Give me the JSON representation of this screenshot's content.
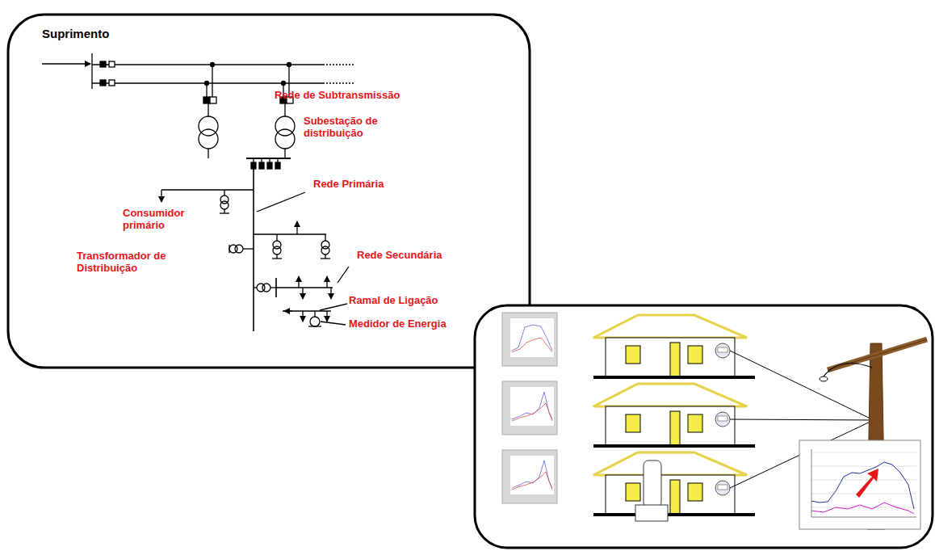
{
  "diagram": {
    "labels": [
      "Suprimento",
      "Rede de Subtransmissão",
      "Subestação de distribuição",
      "Rede Primária",
      "Consumidor primário",
      "Transformador de Distribuição",
      "Rede Secundária",
      "Ramal de Ligação",
      "Medidor de Energia"
    ]
  }
}
